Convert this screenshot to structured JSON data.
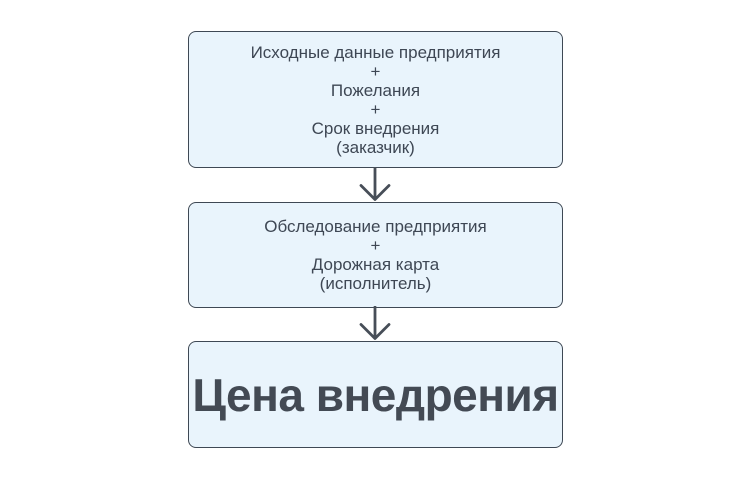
{
  "diagram": {
    "title_semantic": "implementation-price-flowchart",
    "colors": {
      "page_background": "#ffffff",
      "box_fill": "#e9f4fc",
      "box_border": "#3e4854",
      "body_text": "#3e4754",
      "result_text": "#434a54",
      "arrow": "#474e58"
    },
    "nodes": [
      {
        "role": "customer-inputs",
        "lines": [
          "Исходные данные предприятия",
          "+",
          "Пожелания",
          "+",
          "Срок внедрения",
          "(заказчик)"
        ]
      },
      {
        "role": "contractor-work",
        "lines": [
          "Обследование предприятия",
          "+",
          "Дорожная карта",
          "(исполнитель)"
        ]
      },
      {
        "role": "result",
        "lines": [
          "Цена внедрения"
        ]
      }
    ]
  }
}
